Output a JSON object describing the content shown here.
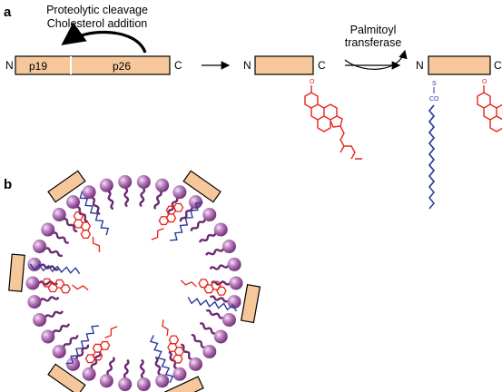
{
  "panel_a": {
    "label": "a",
    "process_line1": "Proteolytic cleavage",
    "process_line2": "Cholesterol addition",
    "precursor": {
      "n_term": "N",
      "c_term": "C",
      "seg1": "p19",
      "seg2": "p26"
    },
    "step2": {
      "n_term": "N",
      "c_term": "C",
      "oxygen": "O"
    },
    "enzyme_line1": "Palmitoyl",
    "enzyme_line2": "transferase",
    "step3": {
      "n_term": "N",
      "c_term": "C",
      "sulfur": "S",
      "carbonyl": "CO",
      "oxygen": "O"
    }
  },
  "panel_b": {
    "label": "b"
  },
  "colors": {
    "protein": "#f6c79a",
    "cholesterol": "#e8231a",
    "palmitoyl": "#2a3b9c",
    "lipid_head": "#9a5a9e",
    "lipid_tail": "#6a2a70"
  }
}
